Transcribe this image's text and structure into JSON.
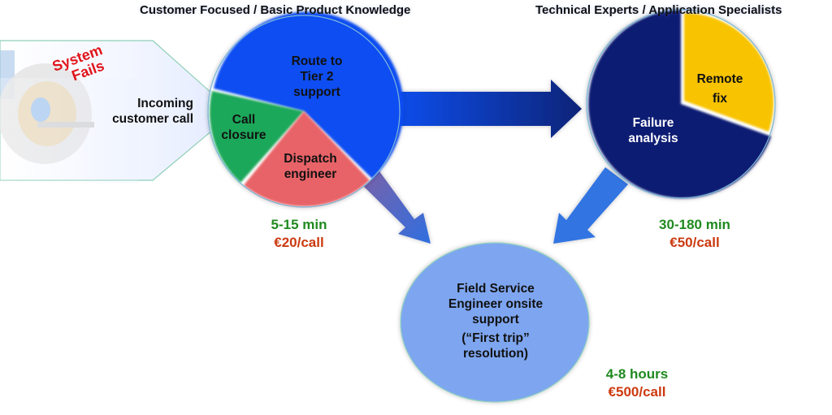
{
  "headers": {
    "left": "Customer Focused / Basic Product Knowledge",
    "right": "Technical Experts / Application Specialists"
  },
  "intake": {
    "alert_line1": "System",
    "alert_line2": "Fails",
    "label_line1": "Incoming",
    "label_line2": "customer call",
    "image_icon": "mri-scanner-image"
  },
  "tier1": {
    "slices": [
      {
        "name": "route-to-tier2",
        "line1": "Route to",
        "line2": "Tier 2",
        "line3": "support",
        "color": "#0a4df2"
      },
      {
        "name": "call-closure",
        "line1": "Call",
        "line2": "closure",
        "color": "#1ba85a"
      },
      {
        "name": "dispatch-engineer",
        "line1": "Dispatch",
        "line2": "engineer",
        "color": "#e86468"
      }
    ],
    "time": "5-15 min",
    "cost": "€20/call"
  },
  "tier2": {
    "slices": [
      {
        "name": "failure-analysis",
        "line1": "Failure",
        "line2": "analysis",
        "color": "#0f1f73"
      },
      {
        "name": "remote-fix",
        "line1": "Remote",
        "line2": "fix",
        "color": "#f8c300"
      }
    ],
    "time": "30-180 min",
    "cost": "€50/call"
  },
  "field": {
    "line1": "Field Service",
    "line2": "Engineer onsite",
    "line3": "support",
    "line4": "(“First trip”",
    "line5": "resolution)",
    "color": "#7ea6f0",
    "time": "4-8 hours",
    "cost": "€500/call"
  },
  "colors": {
    "time_green": "#1f8a1f",
    "cost_red": "#cc3a10",
    "arrow_dark": "#102c86",
    "arrow_blue": "#2f6fe0"
  }
}
